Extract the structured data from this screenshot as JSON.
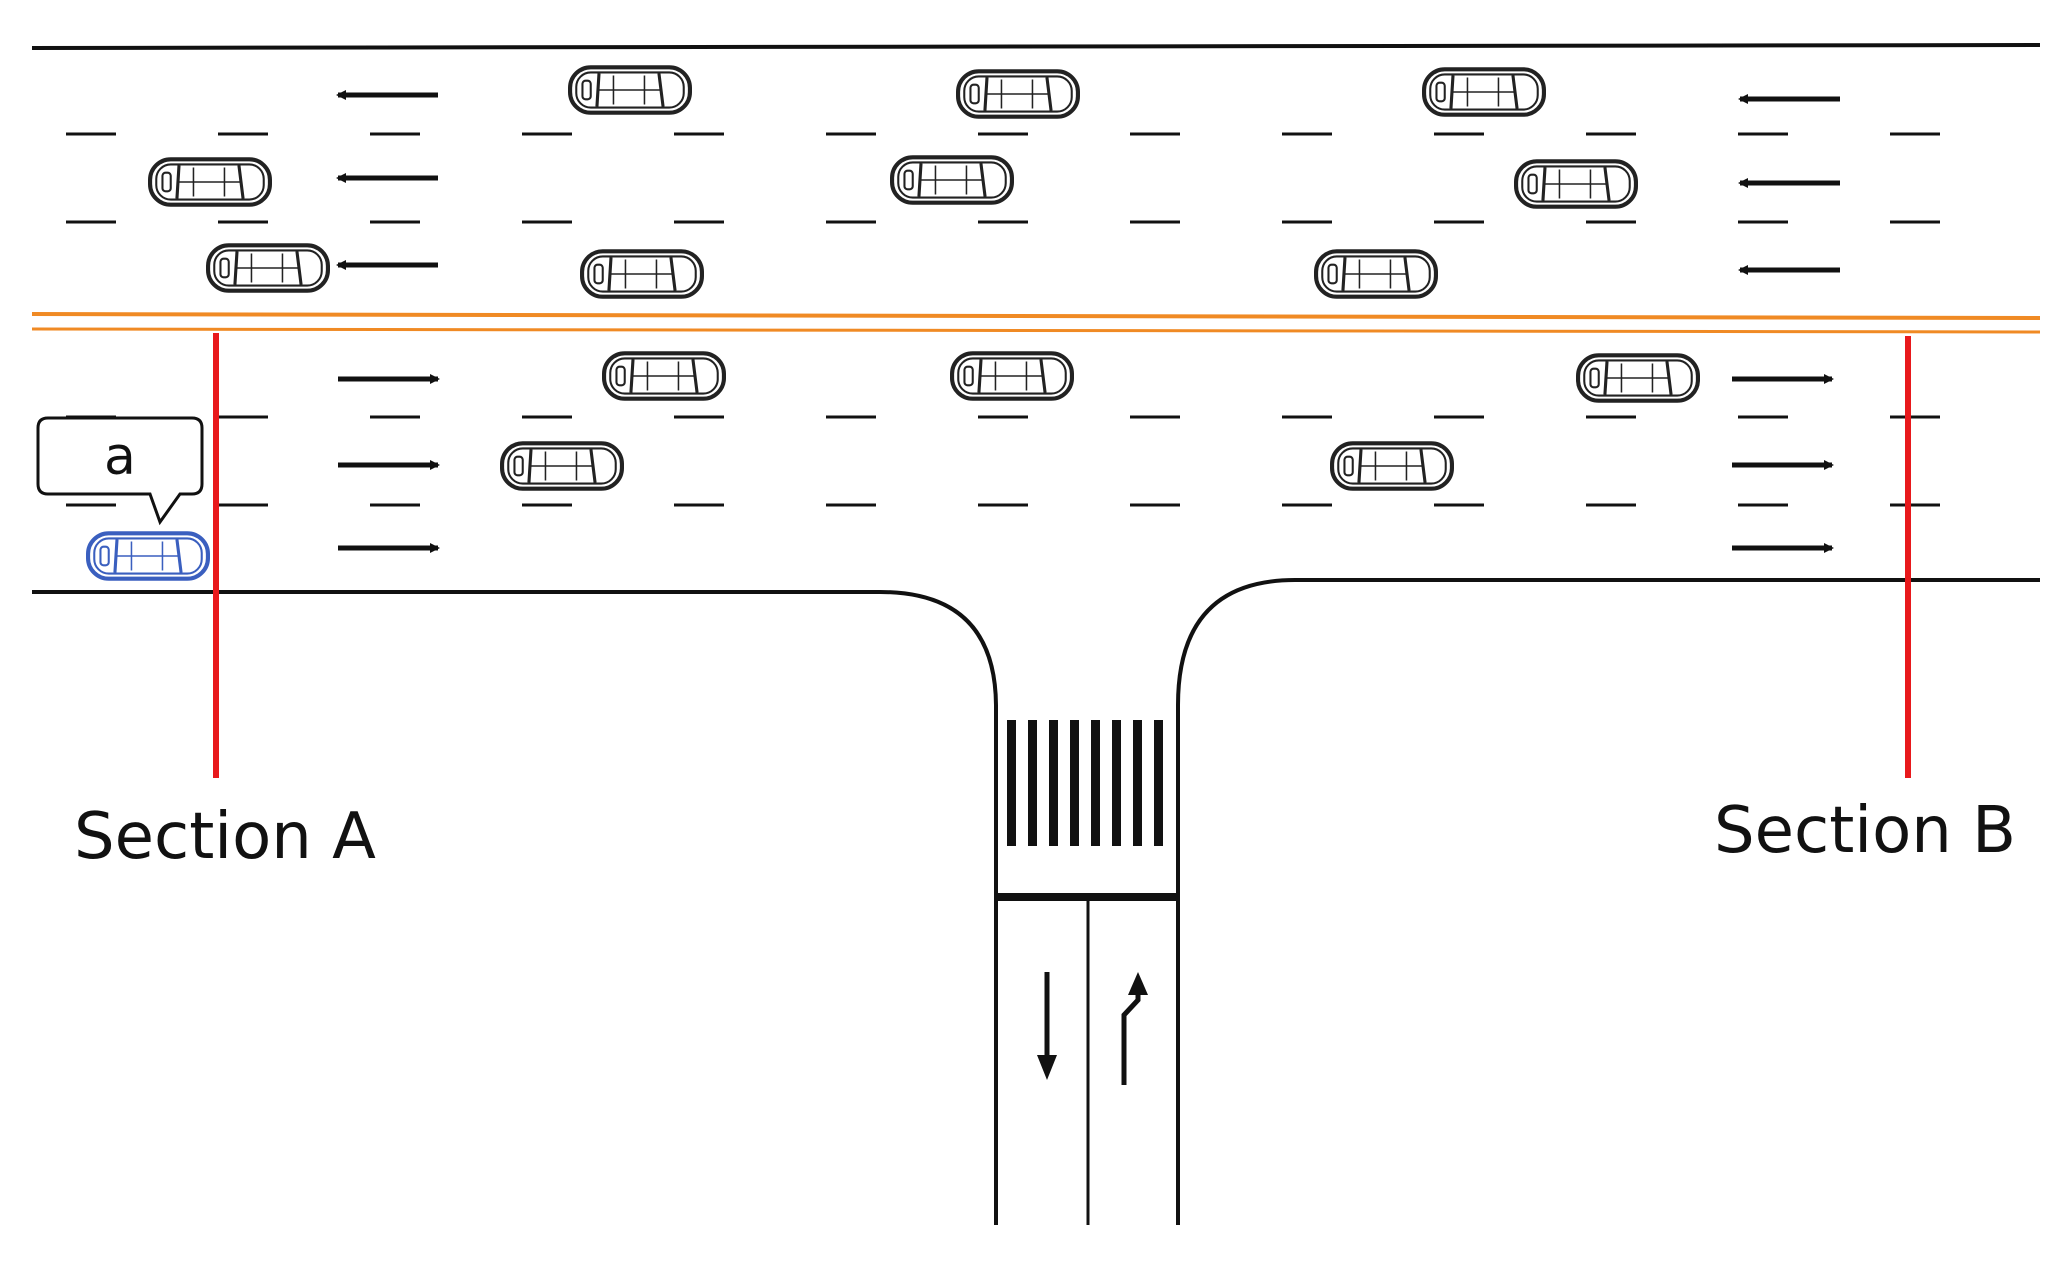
{
  "labels": {
    "section_a": "Section A",
    "section_b": "Section B",
    "callout": "a"
  },
  "colors": {
    "road_line": "#111111",
    "center_line": "#f08a24",
    "section_line": "#e8191c",
    "highlight_vehicle": "#3a5fbf",
    "vehicle": "#222222",
    "background": "#ffffff"
  },
  "icons": {
    "vehicle": "car-top-view-icon",
    "lane_arrow_left": "arrow-left-icon",
    "lane_arrow_right": "arrow-right-icon",
    "lane_arrow_down": "arrow-down-icon",
    "lane_arrow_right_turn": "arrow-turn-right-icon"
  },
  "road": {
    "westbound_lanes": 3,
    "eastbound_lanes": 3,
    "side_road_lanes": 2,
    "crosswalk_stripes": 8
  },
  "vehicles": {
    "westbound_count": 9,
    "eastbound_count": 6,
    "highlighted_vehicle": "a"
  }
}
